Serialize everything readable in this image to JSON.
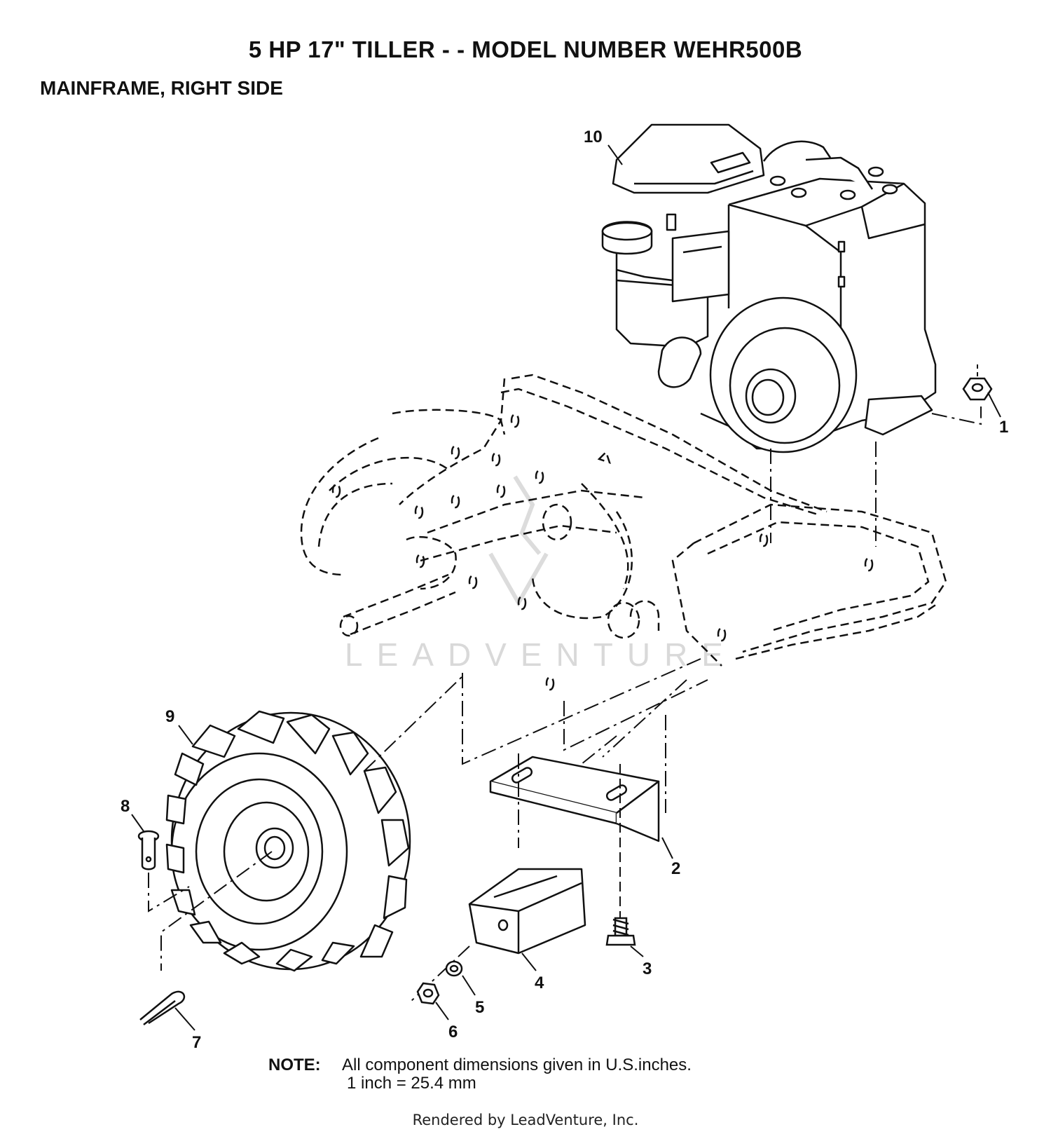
{
  "header": {
    "title": "5 HP 17\" TILLER - - MODEL NUMBER WEHR500B",
    "subtitle": "MAINFRAME, RIGHT SIDE"
  },
  "callouts": {
    "c1": "1",
    "c2": "2",
    "c3": "3",
    "c4": "4",
    "c5": "5",
    "c6": "6",
    "c7": "7",
    "c8": "8",
    "c9": "9",
    "c10": "10"
  },
  "note": {
    "label": "NOTE:",
    "line1": "All component dimensions given in U.S.inches.",
    "line2": "1 inch = 25.4 mm"
  },
  "watermark": "LEADVENTURE",
  "footer": "Rendered by LeadVenture, Inc."
}
